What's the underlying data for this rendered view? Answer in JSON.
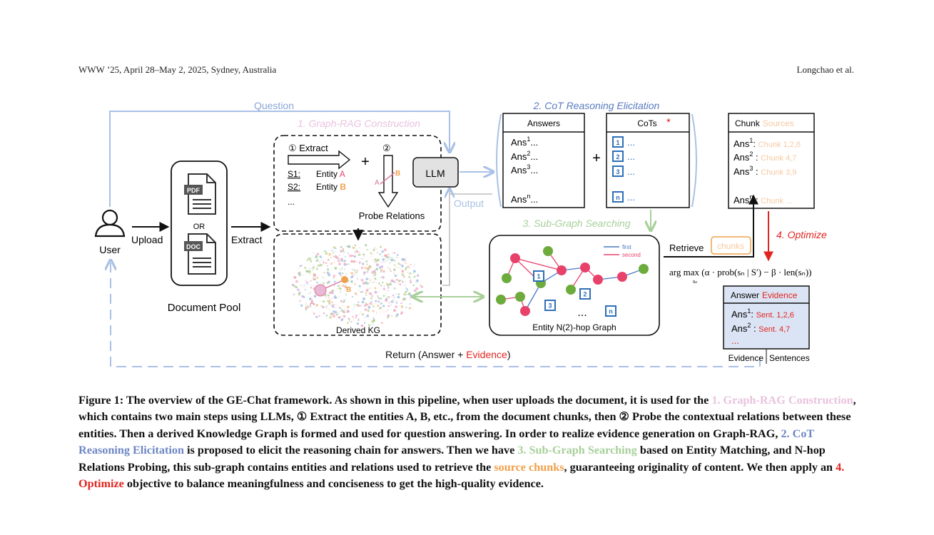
{
  "header": {
    "left": "WWW ’25, April 28–May 2, 2025, Sydney, Australia",
    "right": "Longchao et al."
  },
  "figure": {
    "question": "Question",
    "stage1_title": "1. Graph-RAG Construction",
    "step1_label": "① Extract",
    "step2_label": "②",
    "plus": "+",
    "s1": "S1:",
    "s2": "S2:",
    "entity_a_prefix": "Entity ",
    "entity_a_letter": "A",
    "entity_b_prefix": "Entity ",
    "entity_b_letter": "B",
    "ellipsis": "...",
    "probe_a": "A",
    "probe_b": "B",
    "probe_relations": "Probe Relations",
    "llm": "LLM",
    "output": "Output",
    "user": "User",
    "upload": "Upload",
    "or": "OR",
    "pdf": "PDF",
    "doc": "DOC",
    "extract": "Extract",
    "document_pool": "Document Pool",
    "derived_kg": "Derived KG",
    "kg_a": "A",
    "kg_b": "B",
    "stage2_title": "2. CoT Reasoning Elicitation",
    "answers_header": "Answers",
    "answers": [
      {
        "base": "Ans",
        "sup": "1",
        "rest": "..."
      },
      {
        "base": "Ans",
        "sup": "2",
        "rest": "..."
      },
      {
        "base": "Ans",
        "sup": "3",
        "rest": "..."
      },
      {
        "base": "Ans",
        "sup": "n",
        "rest": "..."
      }
    ],
    "cots_header": "CoTs",
    "cots_star": "*",
    "cots": [
      {
        "badge": "1",
        "text": "..."
      },
      {
        "badge": "2",
        "text": "..."
      },
      {
        "badge": "3",
        "text": "..."
      },
      {
        "badge": "n",
        "text": "..."
      }
    ],
    "stage3_title": "3. Sub-Graph Searching",
    "legend_first": "first",
    "legend_second": "second",
    "subgraph_badges": [
      "n",
      "1",
      "2",
      "3",
      "n"
    ],
    "subgraph_dots": "...",
    "subgraph_caption": "Entity N(2)-hop Graph",
    "chunk_header_black": "Chunk",
    "chunk_header_orange": "Sources",
    "chunks": [
      {
        "base": "Ans",
        "sup": "1",
        "sep": ": ",
        "value": "Chunk 1,2,6"
      },
      {
        "base": "Ans",
        "sup": "2",
        "sep": " : ",
        "value": "Chunk 4,7"
      },
      {
        "base": "Ans",
        "sup": "3",
        "sep": " : ",
        "value": "Chunk 3,9"
      },
      {
        "base": "Ans",
        "sup": "n",
        "sep": " : ",
        "value": "Chunk ..."
      }
    ],
    "retrieve": "Retrieve",
    "chunks_tag": "chunks",
    "stage4_title": "4. Optimize",
    "formula": "arg max (α · prob(sₙ | S′) − β · len(sₙ))",
    "formula_sub": "sₙ",
    "evidence_header_black": "Answer",
    "evidence_header_red": "Evidence",
    "evidence": [
      {
        "base": "Ans",
        "sup": "1",
        "sep": ": ",
        "value": "Sent. 1,2,6"
      },
      {
        "base": "Ans",
        "sup": "2",
        "sep": " : ",
        "value": "Sent. 4,7"
      }
    ],
    "evidence_more": "...",
    "evidence_label_1": "Evidence",
    "evidence_label_2": "Sentences",
    "return_prefix": "Return (Answer + ",
    "return_red": "Evidence",
    "return_suffix": ")"
  },
  "caption": {
    "p1": "Figure 1: The overview of the GE-Chat framework. As shown in this pipeline, when user uploads the document, it is used for the ",
    "c1": "1. Graph-RAG Construction",
    "p2": ", which contains two main steps using LLMs, ① Extract the entities A, B, etc., from the document chunks, then ② Probe the contextual relations between these entities. Then a derived Knowledge Graph is formed and used for question answering. In order to realize evidence generation on Graph-RAG, ",
    "c2": "2. CoT Reasoning Elicitation",
    "p3": " is proposed to elicit the reasoning chain for answers. Then we have ",
    "c3": "3. Sub-Graph Searching",
    "p4": " based on Entity Matching, and N-hop Relations Probing, this sub-graph contains entities and relations used to retrieve the ",
    "c4": "source chunks",
    "p5": ", guaranteeing originality of content. We then apply an ",
    "c5": "4. Optimize",
    "p6": " objective to balance meaningfulness and conciseness to get the high-quality evidence."
  },
  "colors": {
    "light_blue": "#a9c1e6",
    "pink": "#e9c3de",
    "green": "#a7d09a",
    "orange": "#f0a04a",
    "red": "#e2241f",
    "node_red": "#e8426b",
    "node_green": "#6cab3c",
    "badge_blue": "#2e6fb8"
  }
}
